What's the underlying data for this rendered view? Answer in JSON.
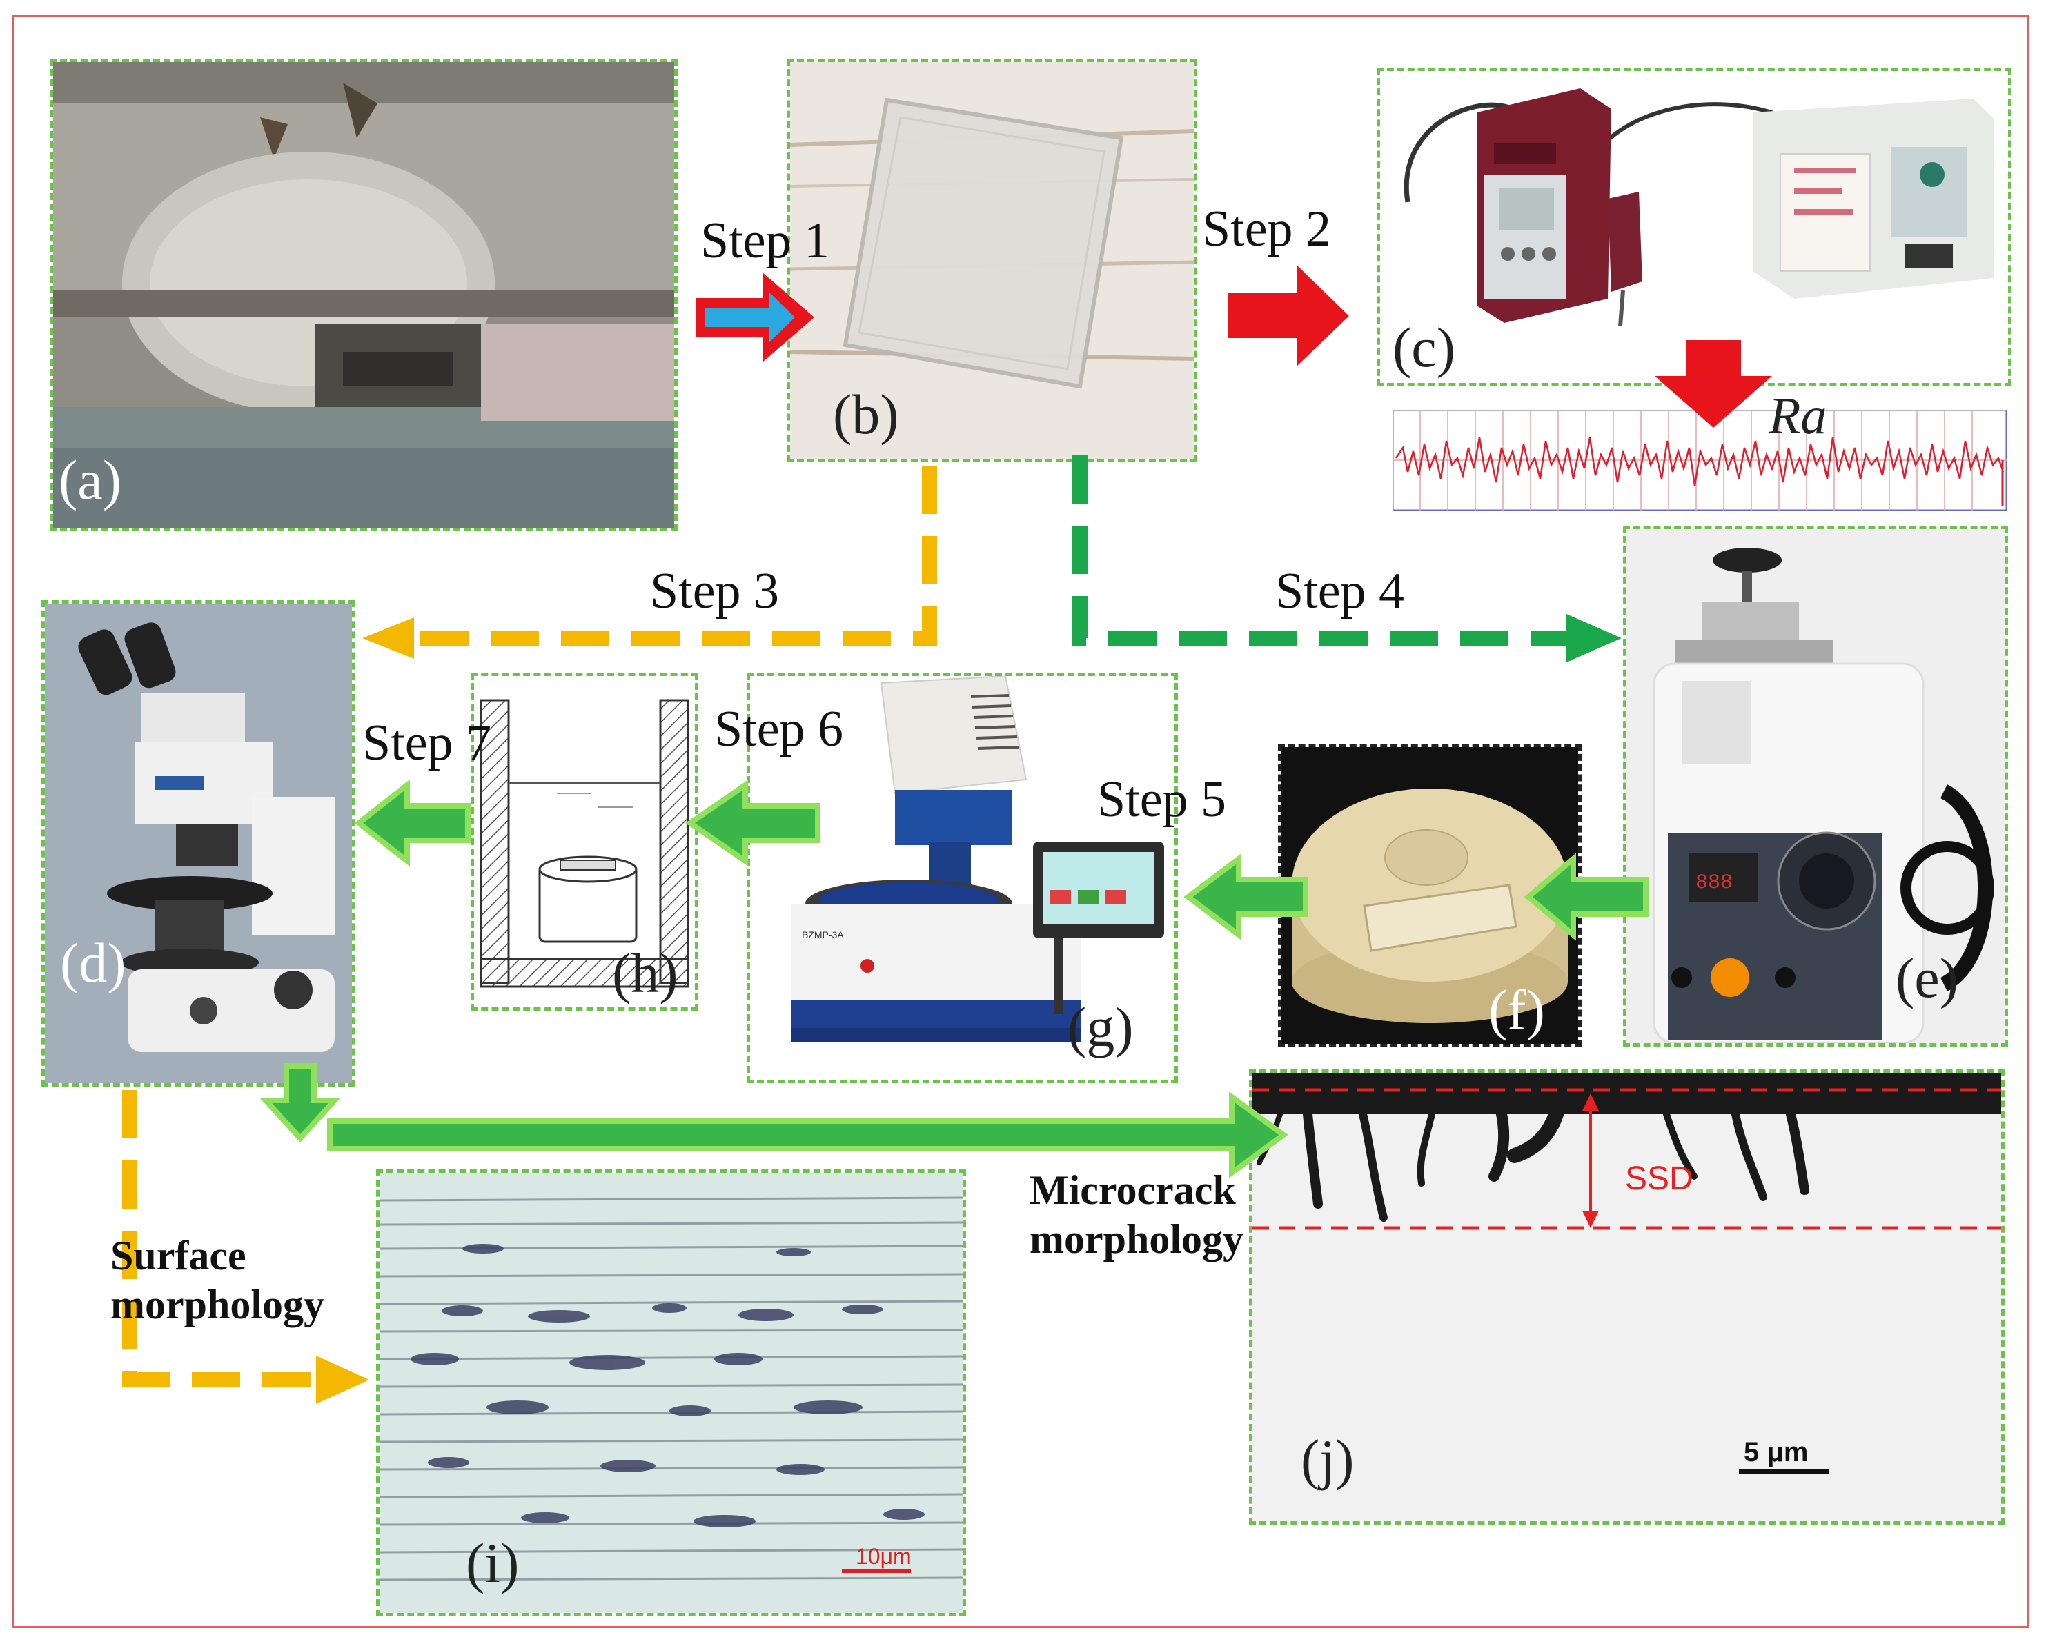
{
  "panels": {
    "a": "(a)",
    "b": "(b)",
    "c": "(c)",
    "d": "(d)",
    "e": "(e)",
    "f": "(f)",
    "g": "(g)",
    "h": "(h)",
    "i": "(i)",
    "j": "(j)"
  },
  "steps": {
    "s1": "Step 1",
    "s2": "Step 2",
    "s3": "Step 3",
    "s4": "Step 4",
    "s5": "Step 5",
    "s6": "Step 6",
    "s7": "Step 7"
  },
  "labels": {
    "ra": "Ra",
    "surface_line1": "Surface",
    "surface_line2": "morphology",
    "microcrack_line1": "Microcrack",
    "microcrack_line2": "morphology",
    "ssd": "SSD",
    "scale_i": "10μm",
    "scale_j": "5 μm",
    "model_g": "BZMP-3A"
  },
  "colors": {
    "panel_border": "#6cc24a",
    "outer_border": "#e06060",
    "red_arrow": "#e8141c",
    "blue_arrow": "#2aa8e0",
    "orange_arrow": "#f5b800",
    "green_dashed": "#1aa84a",
    "green_arrow_fill": "#3ab54a",
    "green_arrow_outline": "#8fe05a",
    "ssd_red": "#e82020"
  },
  "icons": {
    "a": "grinding-machine-photo",
    "b": "glass-sample-photo",
    "c": "roughness-tester-photo",
    "d": "microscope-photo",
    "e": "mounting-press-photo",
    "f": "resin-mounted-sample-photo",
    "g": "polishing-machine-photo",
    "h": "etching-bath-diagram",
    "i": "surface-micrograph",
    "j": "cross-section-micrograph"
  }
}
